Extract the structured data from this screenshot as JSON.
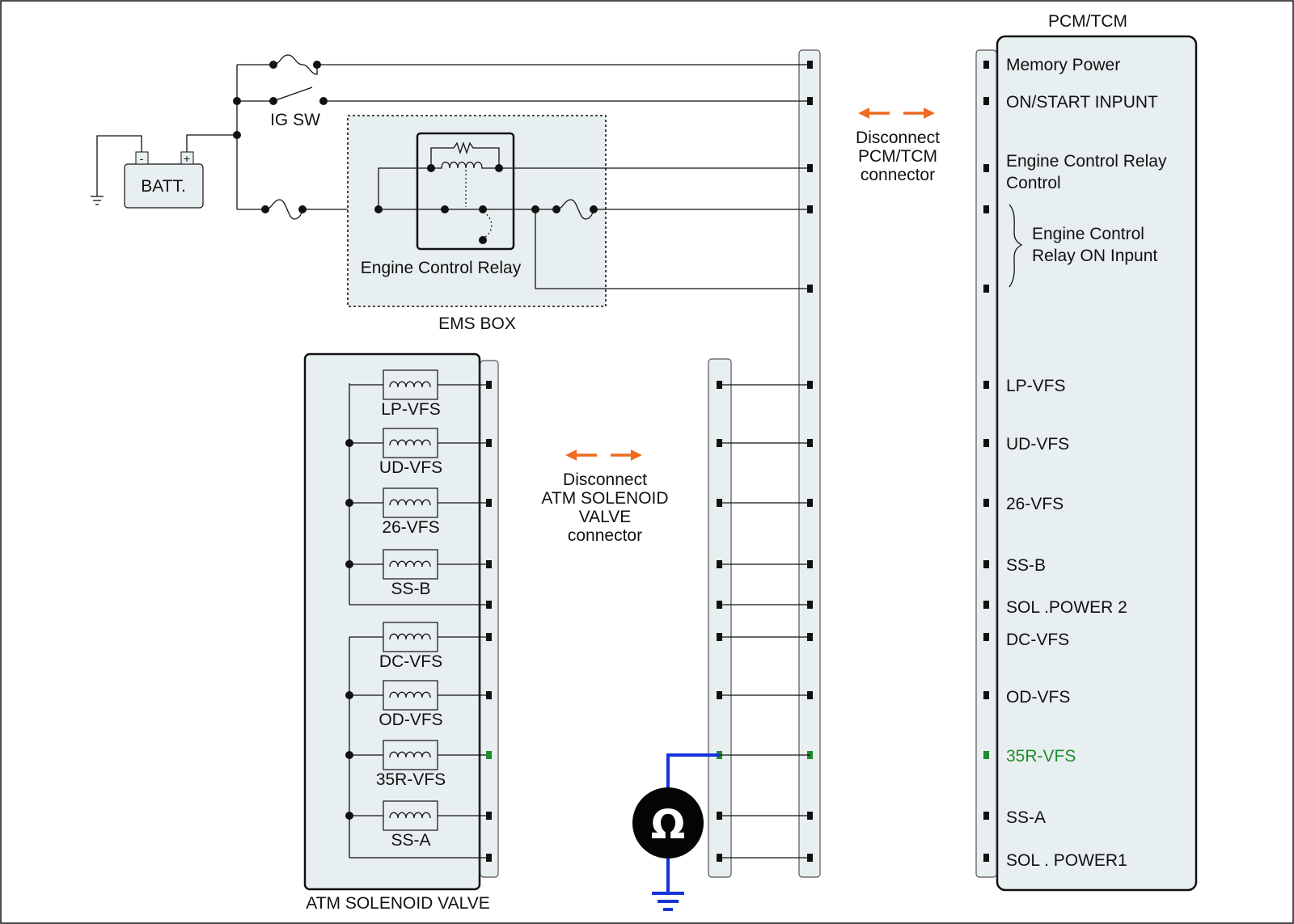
{
  "colors": {
    "background": "#ffffff",
    "panel": "#e8eff0",
    "wire": "#111111",
    "highlight_green": "#1e8c2c",
    "probe_blue": "#1633d8",
    "arrow_orange": "#ee6a1e"
  },
  "labels": {
    "pcm_title": "PCM/TCM",
    "battery": "BATT.",
    "battery_neg": "-",
    "battery_pos": "+",
    "ig_sw": "IG SW",
    "ecr": "Engine Control Relay",
    "ems_box": "EMS BOX",
    "atm_box": "ATM SOLENOID VALVE",
    "ohmmeter": "Ω"
  },
  "notes": {
    "pcm_disconnect": [
      "Disconnect",
      "PCM/TCM",
      "connector"
    ],
    "atm_disconnect": [
      "Disconnect",
      "ATM SOLENOID",
      "VALVE",
      "connector"
    ]
  },
  "pcm_terminals": [
    {
      "lines": [
        "Memory Power"
      ]
    },
    {
      "lines": [
        "ON/START  INPUNT"
      ]
    },
    {
      "lines": [
        "Engine Control Relay",
        "Control"
      ]
    },
    {
      "lines": [
        "Engine Control",
        "Relay ON Inpunt"
      ]
    },
    {
      "lines": [
        "LP-VFS"
      ]
    },
    {
      "lines": [
        "UD-VFS"
      ]
    },
    {
      "lines": [
        "26-VFS"
      ]
    },
    {
      "lines": [
        "SS-B"
      ]
    },
    {
      "lines": [
        "SOL .POWER 2"
      ]
    },
    {
      "lines": [
        "DC-VFS"
      ]
    },
    {
      "lines": [
        "OD-VFS"
      ]
    },
    {
      "lines": [
        "35R-VFS"
      ],
      "highlight": true
    },
    {
      "lines": [
        "SS-A"
      ]
    },
    {
      "lines": [
        "SOL . POWER1"
      ]
    }
  ],
  "solenoids": [
    {
      "name": "LP-VFS"
    },
    {
      "name": "UD-VFS"
    },
    {
      "name": "26-VFS"
    },
    {
      "name": "SS-B"
    },
    {
      "name": "DC-VFS"
    },
    {
      "name": "OD-VFS"
    },
    {
      "name": "35R-VFS",
      "highlight": true
    },
    {
      "name": "SS-A"
    }
  ]
}
